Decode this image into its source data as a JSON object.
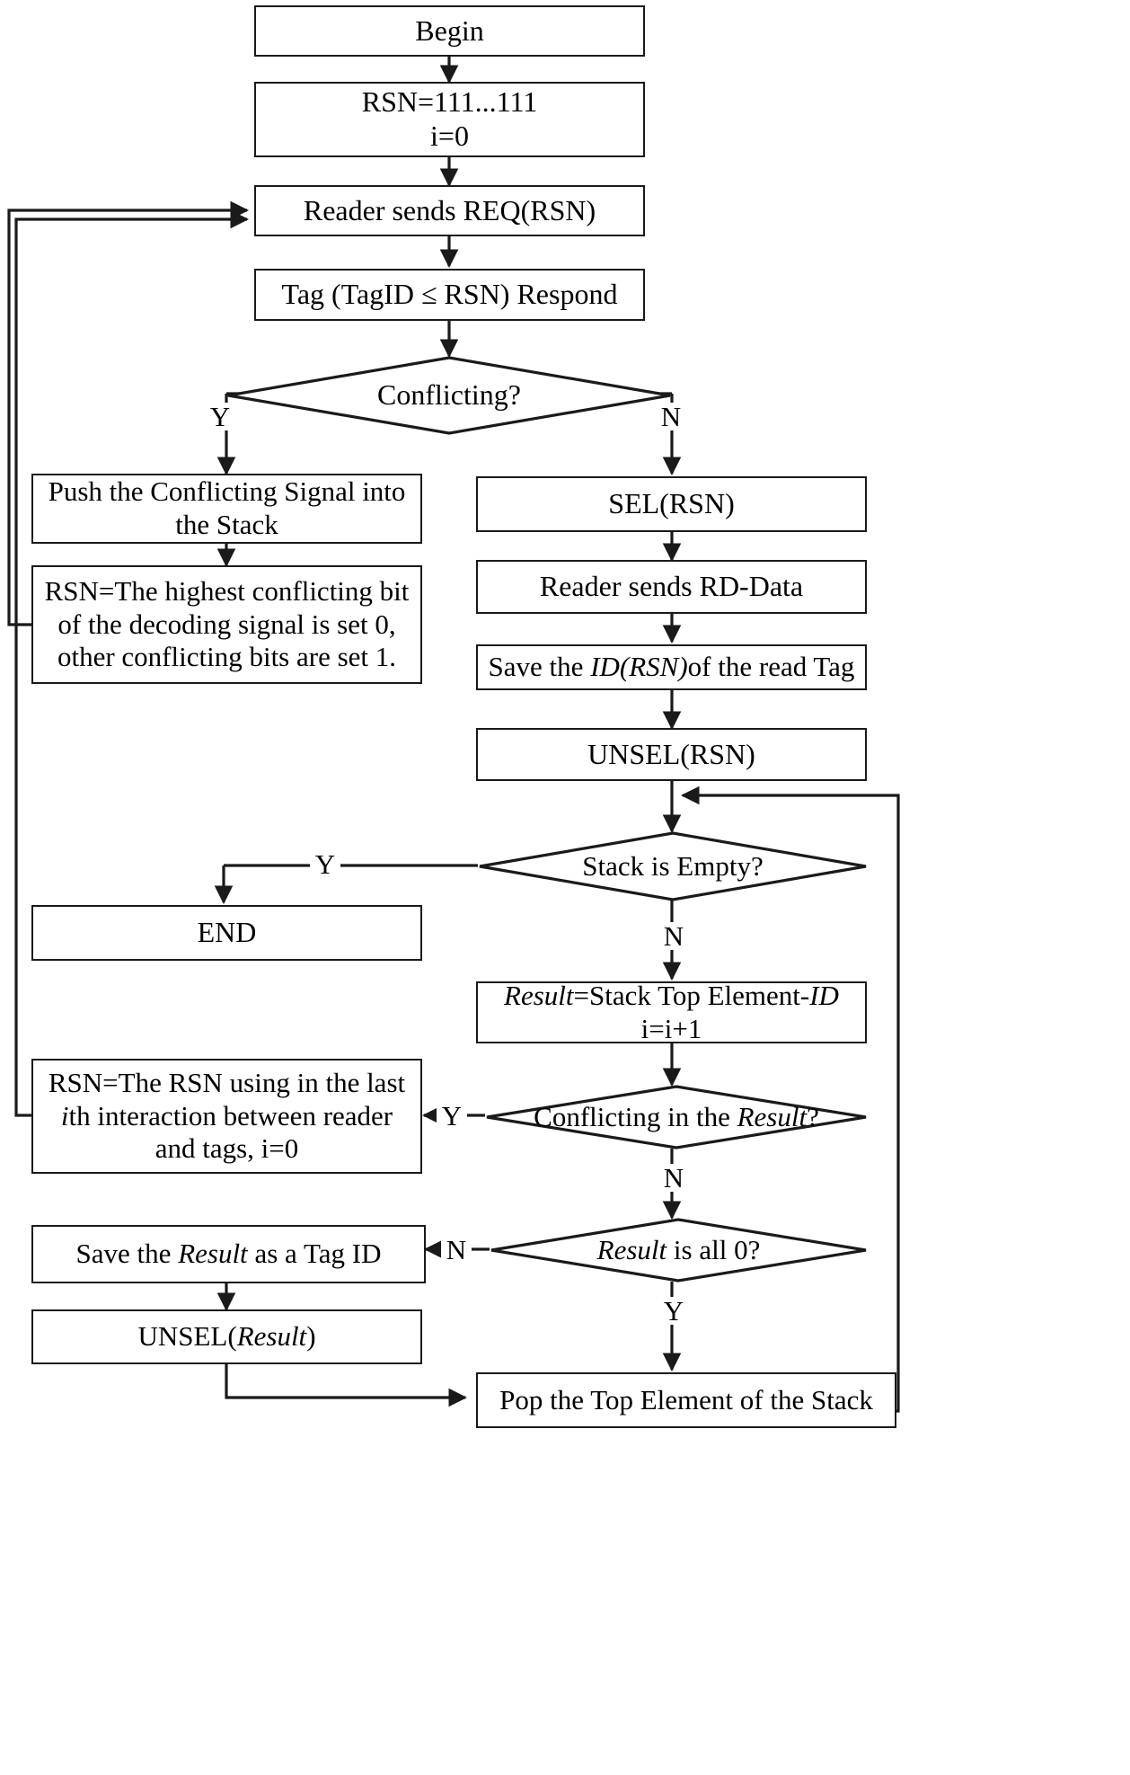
{
  "diagram": {
    "title": "RFID anti-collision stack-based tag identification flowchart",
    "type": "flowchart",
    "stroke_color": "#1a1a1a",
    "fill_color": "#ffffff",
    "nodes": [
      {
        "id": "begin",
        "shape": "process",
        "text": "Begin"
      },
      {
        "id": "init",
        "shape": "process",
        "text": "RSN=111...111\ni=0"
      },
      {
        "id": "req",
        "shape": "process",
        "text": "Reader sends REQ(RSN)"
      },
      {
        "id": "respond",
        "shape": "process",
        "text": "Tag (TagID ≤ RSN) Respond"
      },
      {
        "id": "conflicting",
        "shape": "decision",
        "text": "Conflicting?"
      },
      {
        "id": "push",
        "shape": "process",
        "text": "Push the Conflicting Signal into\nthe Stack"
      },
      {
        "id": "rsn_update",
        "shape": "process",
        "text": "RSN=The highest conflicting bit\nof the decoding signal is set 0,\nother conflicting bits are set 1."
      },
      {
        "id": "sel",
        "shape": "process",
        "text": "SEL(RSN)"
      },
      {
        "id": "rd_data",
        "shape": "process",
        "text": "Reader sends RD-Data"
      },
      {
        "id": "save_id",
        "shape": "process",
        "text": "Save the ID(RSN)of the read Tag",
        "italic_parts": [
          "ID(RSN)"
        ]
      },
      {
        "id": "unsel_rsn",
        "shape": "process",
        "text": "UNSEL(RSN)"
      },
      {
        "id": "stack_empty",
        "shape": "decision",
        "text": "Stack is Empty?"
      },
      {
        "id": "end",
        "shape": "process",
        "text": "END"
      },
      {
        "id": "result_calc",
        "shape": "process",
        "text": "Result=Stack Top Element-ID\ni=i+1",
        "italic_parts": [
          "Result",
          "ID"
        ]
      },
      {
        "id": "conflict_res",
        "shape": "decision",
        "text": "Conflicting in the Result?",
        "italic_parts": [
          "Result"
        ]
      },
      {
        "id": "rsn_last",
        "shape": "process",
        "text": "RSN=The RSN using in the last\nith interaction between reader\nand tags, i=0",
        "italic_parts": [
          "i"
        ]
      },
      {
        "id": "result_zero",
        "shape": "decision",
        "text": "Result is all 0?",
        "italic_parts": [
          "Result"
        ]
      },
      {
        "id": "save_result",
        "shape": "process",
        "text": "Save the Result as a Tag ID",
        "italic_parts": [
          "Result"
        ]
      },
      {
        "id": "unsel_result",
        "shape": "process",
        "text": "UNSEL(Result)",
        "italic_parts": [
          "Result"
        ]
      },
      {
        "id": "pop",
        "shape": "process",
        "text": "Pop the Top Element of the Stack"
      }
    ],
    "edge_labels": {
      "conflicting_yes": "Y",
      "conflicting_no": "N",
      "stack_empty_yes": "Y",
      "stack_empty_no": "N",
      "conflict_res_yes": "Y",
      "conflict_res_no": "N",
      "result_zero_yes": "Y",
      "result_zero_no": "N"
    }
  }
}
